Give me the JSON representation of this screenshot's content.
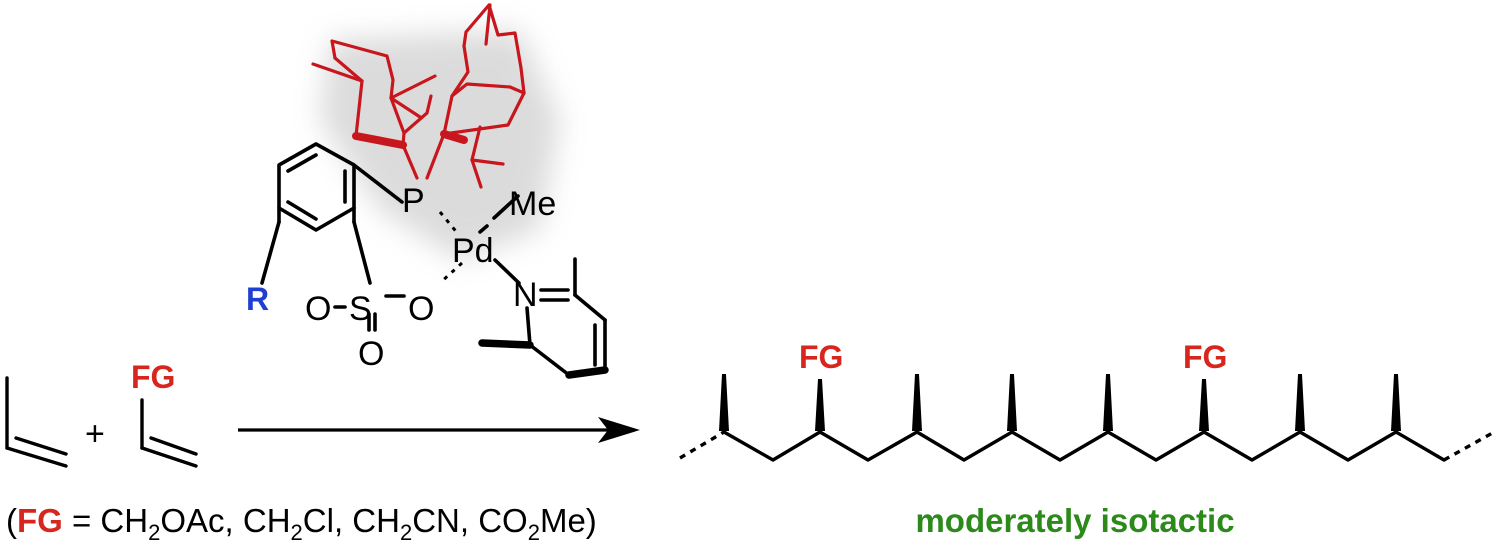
{
  "colors": {
    "ligand_red": "#c8161d",
    "fg_red": "#d7261e",
    "r_blue": "#1f3fd1",
    "green": "#2b8a1a",
    "black": "#000000"
  },
  "catalyst": {
    "P": "P",
    "Pd": "Pd",
    "Me": "Me",
    "N": "N",
    "S": "S",
    "O_bridge": "O",
    "O_left": "O",
    "O_bottom": "O",
    "R": "R"
  },
  "reactants": {
    "plus": "+",
    "fg_label": "FG"
  },
  "polymer": {
    "fg_label_1": "FG",
    "fg_label_2": "FG",
    "caption": "moderately isotactic"
  },
  "fg_definition": {
    "open": "(",
    "fg": "FG",
    "eq": " = CH",
    "sub1": "2",
    "t1": "OAc, CH",
    "sub2": "2",
    "t2": "Cl, CH",
    "sub3": "2",
    "t3": "CN, CO",
    "sub4": "2",
    "t4": "Me)"
  }
}
